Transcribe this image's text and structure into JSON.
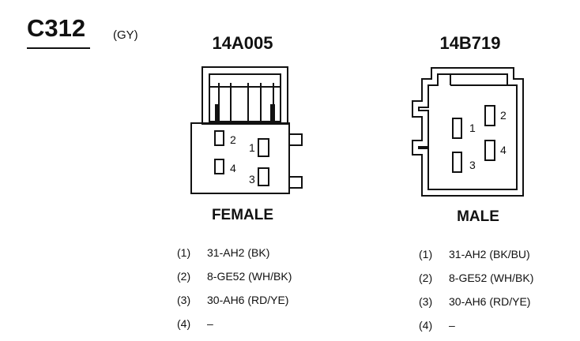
{
  "connector": {
    "id": "C312",
    "color_code": "(GY)"
  },
  "female": {
    "part_number": "14A005",
    "gender_label": "FEMALE",
    "cavity_labels": [
      "2",
      "1",
      "4",
      "3"
    ],
    "pins": [
      {
        "num": "(1)",
        "circuit": "31-AH2 (BK)"
      },
      {
        "num": "(2)",
        "circuit": "8-GE52 (WH/BK)"
      },
      {
        "num": "(3)",
        "circuit": "30-AH6 (RD/YE)"
      },
      {
        "num": "(4)",
        "circuit": "–"
      }
    ]
  },
  "male": {
    "part_number": "14B719",
    "gender_label": "MALE",
    "cavity_labels": [
      "1",
      "2",
      "4",
      "3"
    ],
    "pins": [
      {
        "num": "(1)",
        "circuit": "31-AH2 (BK/BU)"
      },
      {
        "num": "(2)",
        "circuit": "8-GE52 (WH/BK)"
      },
      {
        "num": "(3)",
        "circuit": "30-AH6 (RD/YE)"
      },
      {
        "num": "(4)",
        "circuit": "–"
      }
    ]
  }
}
